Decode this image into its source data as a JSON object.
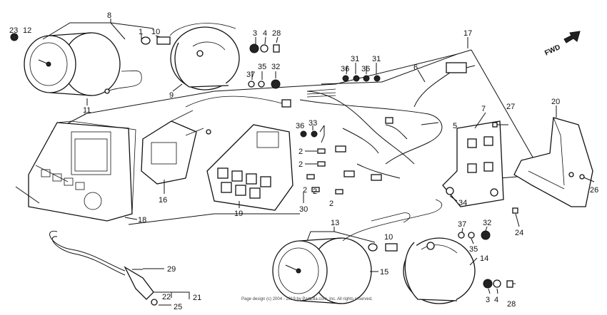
{
  "diagram": {
    "fwd_label": "FWD",
    "copyright": "Page design (c) 2004 - 2019 by Partzilla.com, Inc. All rights reserved.",
    "callouts": [
      "8",
      "23",
      "12",
      "1",
      "10",
      "3",
      "4",
      "28",
      "17",
      "11",
      "9",
      "37",
      "35",
      "32",
      "36",
      "31",
      "36",
      "31",
      "6",
      "27",
      "7",
      "5",
      "20",
      "36",
      "33",
      "2",
      "2",
      "2",
      "2",
      "2",
      "16",
      "19",
      "18",
      "30",
      "34",
      "26",
      "13",
      "37",
      "32",
      "10",
      "24",
      "35",
      "14",
      "15",
      "29",
      "21",
      "22",
      "25",
      "3",
      "4",
      "28"
    ]
  }
}
